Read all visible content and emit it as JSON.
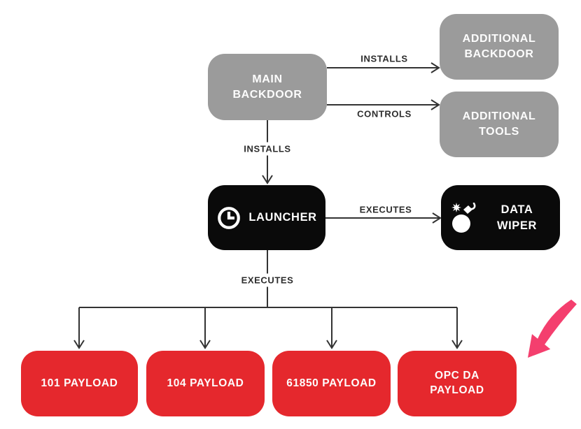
{
  "diagram": {
    "title": "malware component architecture flowchart",
    "nodes": {
      "main_backdoor": "MAIN BACKDOOR",
      "additional_backdoor": "ADDITIONAL BACKDOOR",
      "additional_tools": "ADDITIONAL TOOLS",
      "launcher": "LAUNCHER",
      "data_wiper": "DATA WIPER",
      "payloads": [
        "101 PAYLOAD",
        "104 PAYLOAD",
        "61850 PAYLOAD",
        "OPC DA PAYLOAD"
      ]
    },
    "edge_labels": {
      "main_to_additional_backdoor": "INSTALLS",
      "main_to_additional_tools": "CONTROLS",
      "main_to_launcher": "INSTALLS",
      "launcher_to_data_wiper": "EXECUTES",
      "launcher_to_payloads": "EXECUTES"
    },
    "icons": {
      "launcher_icon": "clock-icon",
      "data_wiper_icon": "bomb-icon",
      "annotation": "pink-arrow-pointing-at-opc-da-payload"
    },
    "colors": {
      "backdoor_gray": "#9b9b9b",
      "component_black": "#0a0a0a",
      "payload_red": "#e5282d",
      "annotation_pink": "#f43f6e",
      "connector_line": "#333333",
      "edge_label_text": "#2d2d2d",
      "node_text": "#fdfdfd",
      "background": "#ffffff"
    }
  }
}
